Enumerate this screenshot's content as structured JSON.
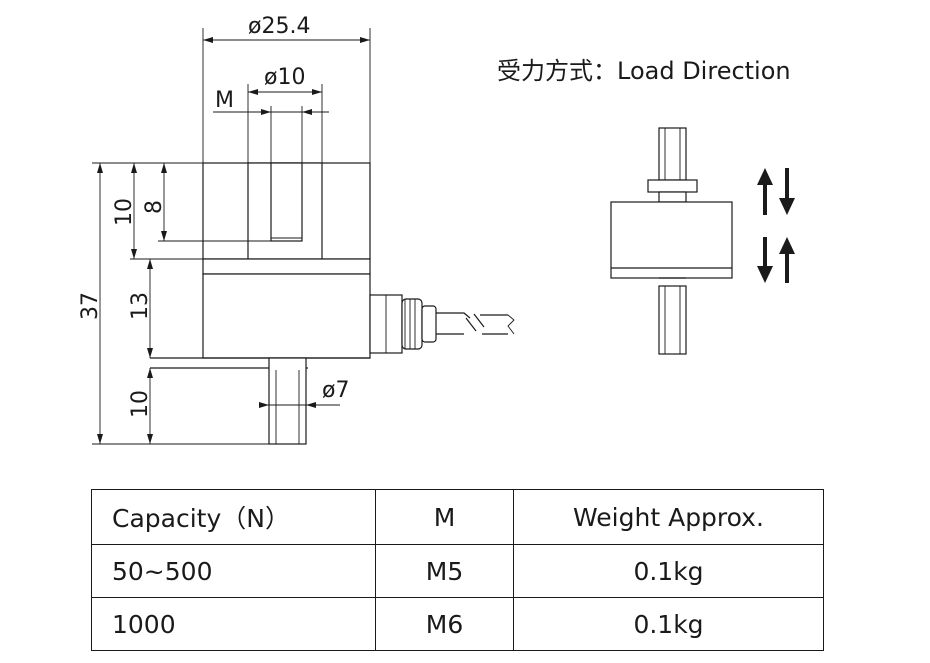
{
  "drawing": {
    "dims": {
      "outer_diameter": "ø25.4",
      "thread_bore_diameter": "ø10",
      "thread_label": "M",
      "bottom_stud_diameter": "ø7",
      "total_height": "37",
      "top_section": "10",
      "thread_depth": "8",
      "body_height": "13",
      "bottom_stud": "10"
    },
    "load_direction": {
      "title": "受力方式：Load Direction"
    }
  },
  "table": {
    "headers": [
      "Capacity（N）",
      "M",
      "Weight  Approx."
    ],
    "rows": [
      [
        "50~500",
        "M5",
        "0.1kg"
      ],
      [
        "1000",
        "M6",
        "0.1kg"
      ]
    ]
  }
}
